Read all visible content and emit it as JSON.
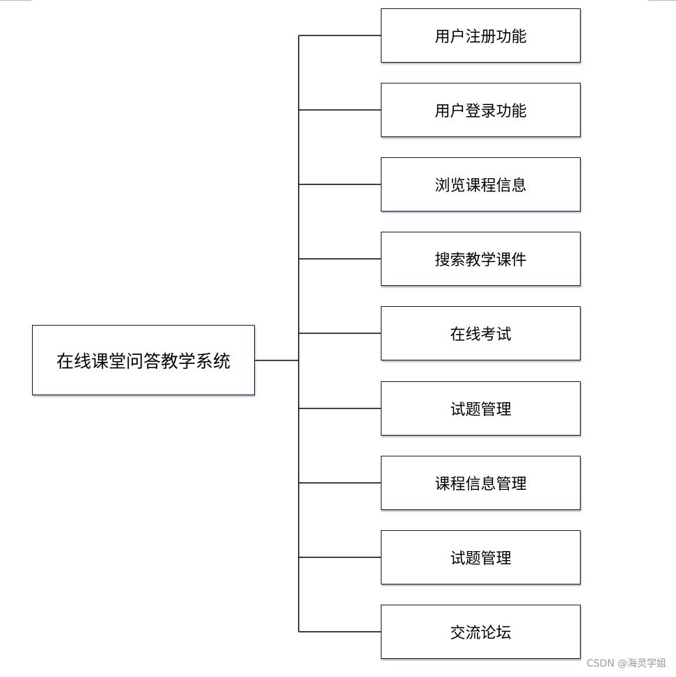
{
  "root": {
    "label": "在线课堂问答教学系统"
  },
  "children": [
    {
      "label": "用户注册功能"
    },
    {
      "label": "用户登录功能"
    },
    {
      "label": "浏览课程信息"
    },
    {
      "label": "搜索教学课件"
    },
    {
      "label": "在线考试"
    },
    {
      "label": "试题管理"
    },
    {
      "label": "课程信息管理"
    },
    {
      "label": "试题管理"
    },
    {
      "label": "交流论坛"
    }
  ],
  "watermark": "CSDN @海灵学姐"
}
